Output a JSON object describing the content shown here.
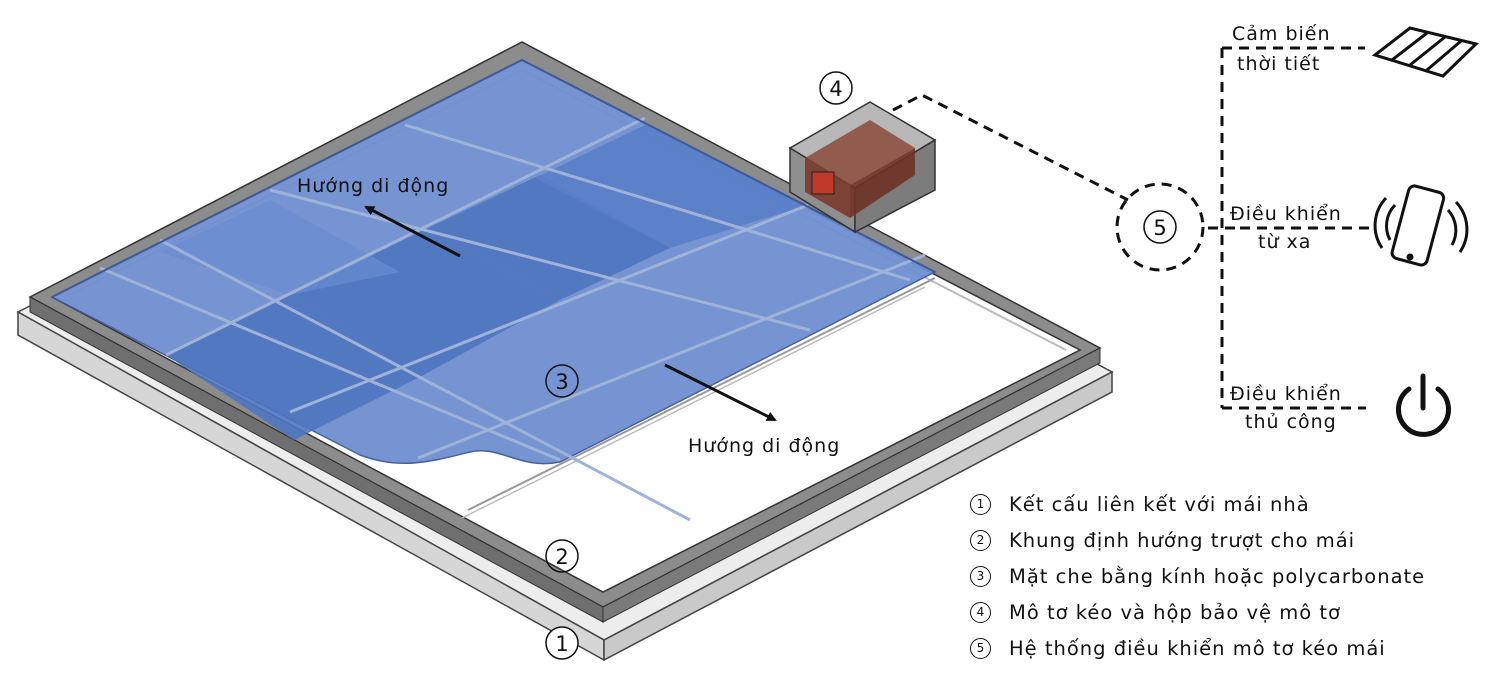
{
  "colors": {
    "base": "#e6e6e6",
    "frame": "#8c8c8c",
    "glass": "#6487cb",
    "glass_dark": "#4f74c0",
    "motor": "#8a4a3a",
    "motor_box": "#8f8f8f",
    "line": "#111111"
  },
  "icons": [
    "weather-sensor-icon",
    "smartphone-icon",
    "power-icon",
    "arrow-icon"
  ],
  "diagram": {
    "markers": [
      "1",
      "2",
      "3",
      "4",
      "5"
    ],
    "direction_label": "Hướng di động",
    "controls": {
      "weather_sensor": [
        "Cảm biến",
        "thời tiết"
      ],
      "remote_control": [
        "Điều khiển",
        "từ xa"
      ],
      "manual_control": [
        "Điều khiển",
        "thủ công"
      ]
    }
  },
  "legend": [
    {
      "number": "1",
      "text": "Kết cấu liên kết với mái nhà"
    },
    {
      "number": "2",
      "text": "Khung định hướng trượt cho mái"
    },
    {
      "number": "3",
      "text": "Mặt che bằng kính hoặc polycarbonate"
    },
    {
      "number": "4",
      "text": "Mô tơ kéo và hộp bảo vệ mô tơ"
    },
    {
      "number": "5",
      "text": "Hệ thống điều khiển mô tơ kéo mái"
    }
  ]
}
